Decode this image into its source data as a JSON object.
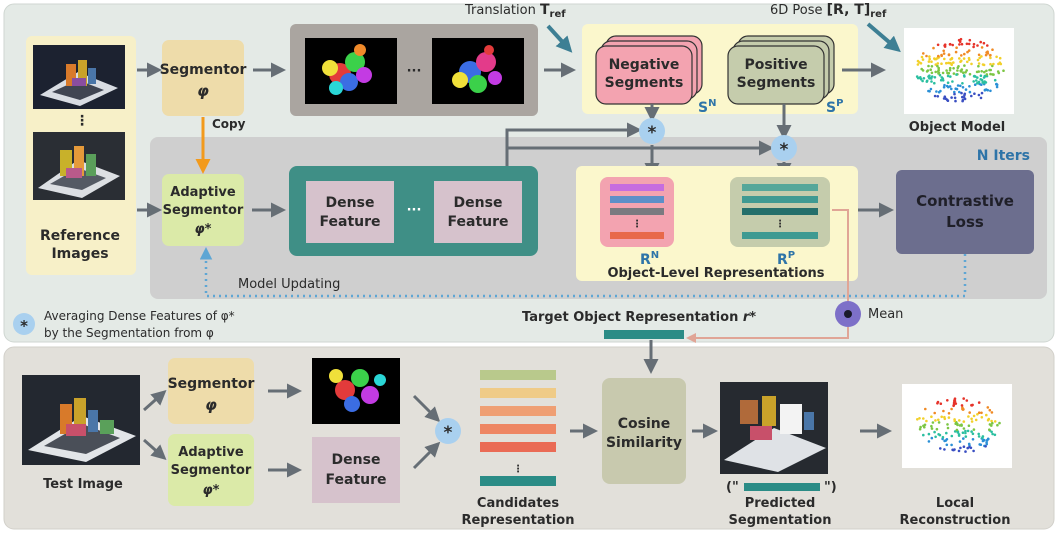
{
  "labels": {
    "translation": "Translation ",
    "t_ref": "T",
    "t_ref_sub": "ref",
    "pose": "6D Pose ",
    "pose_rt": "[R, T]",
    "pose_sub": "ref",
    "segmentor": "Segmentor",
    "phi": "φ",
    "copy": "Copy",
    "adaptive": "Adaptive",
    "segmentor2": "Segmentor",
    "phi_star": "φ*",
    "dense": "Dense",
    "feature": "Feature",
    "ellipsis": "···",
    "negative": "Negative",
    "segments": "Segments",
    "positive": "Positive",
    "s_n": "S",
    "s_n_sup": "N",
    "s_p": "S",
    "s_p_sup": "P",
    "r_n": "R",
    "r_n_sup": "N",
    "r_p": "R",
    "r_p_sup": "P",
    "object_level": "Object-Level Representations",
    "contrastive": "Contrastive",
    "loss": "Loss",
    "object_model": "Object Model",
    "n_iters": "N Iters",
    "reference": "Reference",
    "images": "Images",
    "model_updating": "Model Updating",
    "legend_line1": "Averaging Dense Features of φ*",
    "legend_line2": "by the Segmentation from φ",
    "asterisk": "*",
    "target_rep": "Target Object Representation ",
    "r_star": "r*",
    "mean": "Mean",
    "test_image": "Test Image",
    "candidates": "Candidates",
    "representation": "Representation",
    "cosine": "Cosine",
    "similarity": "Similarity",
    "quote_open": "(\"",
    "quote_close": "\")",
    "predicted": "Predicted",
    "segmentation": "Segmentation",
    "local": "Local",
    "reconstruction": "Reconstruction",
    "vdots": "⋮"
  },
  "colors": {
    "panel_top": "#e4eae6",
    "panel_iters": "#cfcfcf",
    "panel_bottom": "#e2e0da",
    "reference": "#f7f0c8",
    "segmentor": "#eedcaa",
    "adaptive": "#dbeaa8",
    "teal": "#3f8f86",
    "dense": "#d6c2cc",
    "negative": "#f3a3b0",
    "positive": "#c5ccac",
    "highlight": "#fbf7cc",
    "contrastive": "#6c6e8e",
    "cosine": "#c8c9ae",
    "arrow": "#666e75",
    "orange": "#f29a1c",
    "salmon": "#e0a596",
    "circle": "#a9d0ef",
    "purple": "#7d70c8",
    "candidate_colors": [
      "#b9c98c",
      "#efcb87",
      "#ef9f73",
      "#ee8663",
      "#ea6b55",
      "#2b8c86"
    ],
    "rn_colors": [
      "#c66ddf",
      "#5d8fc8",
      "#7a7a80",
      "#e8684a"
    ],
    "rp_colors": [
      "#55a79a",
      "#3f9a92",
      "#246f6b",
      "#3e9a92"
    ]
  }
}
